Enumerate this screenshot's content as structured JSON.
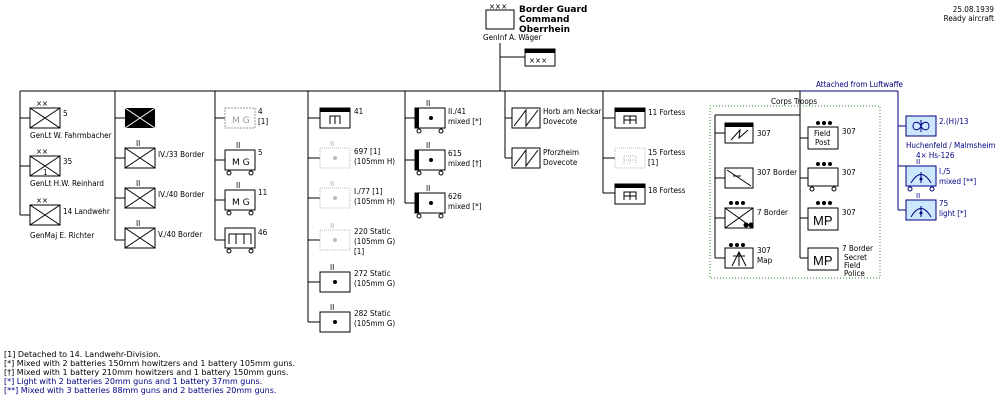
{
  "colors": {
    "line": "#000000",
    "luftwaffe": "#000080",
    "luftwaffe_fill": "#cce8ff",
    "corps_border": "#3a8a3a",
    "corps_label": "#2e7d2e",
    "static_gray": "#bdbdbd"
  },
  "header": {
    "date": "25.08.1939",
    "status": "Ready aircraft",
    "hq_title": [
      "Border Guard",
      "Command",
      "Oberrhein"
    ],
    "hq_commander": "GenInf  A. Wäger"
  },
  "columns": {
    "c1": [
      {
        "name": "5",
        "commander": "GenLt  W. Fahrmbacher"
      },
      {
        "name": "35",
        "commander": "GenLt  H.W. Reinhard"
      },
      {
        "name": "14 Landwehr",
        "commander": "GenMaj  E. Richter"
      }
    ],
    "c2": [
      "",
      "IV./33 Border",
      "IV./40 Border",
      "V./40 Border"
    ],
    "c3": [
      "4",
      "[1]",
      "5",
      "11",
      "46"
    ],
    "c4": [
      {
        "l1": "41",
        "l2": ""
      },
      {
        "l1": "697 [1]",
        "l2": "(105mm H)"
      },
      {
        "l1": "I./77 [1]",
        "l2": "(105mm H)"
      },
      {
        "l1": "220 Static",
        "l2": "(105mm G)",
        "l3": "[1]"
      },
      {
        "l1": "272 Static",
        "l2": "(105mm G)"
      },
      {
        "l1": "282 Static",
        "l2": "(105mm G)"
      }
    ],
    "c5": [
      {
        "l1": "II./41",
        "l2": "mixed [*]"
      },
      {
        "l1": "615",
        "l2": "mixed [†]"
      },
      {
        "l1": "626",
        "l2": "mixed [*]"
      }
    ],
    "c6": [
      {
        "l1": "Horb am Neckar",
        "l2": "Dovecote"
      },
      {
        "l1": "Pforzheim",
        "l2": "Dovecote"
      }
    ],
    "c7": [
      {
        "l1": "11 Fortess",
        "l2": ""
      },
      {
        "l1": "15 Fortess",
        "l2": "[1]"
      },
      {
        "l1": "18 Fortess",
        "l2": ""
      }
    ]
  },
  "corps": {
    "label": "Corps Troops",
    "left": [
      {
        "l1": "307",
        "l2": ""
      },
      {
        "l1": "307 Border",
        "l2": ""
      },
      {
        "l1": "7 Border",
        "l2": ""
      },
      {
        "l1": "307",
        "l2": "Map"
      }
    ],
    "right": [
      {
        "sym": [
          "Field",
          "Post"
        ],
        "l1": "307"
      },
      {
        "sym": [],
        "l1": "307"
      },
      {
        "sym": [
          "MP"
        ],
        "l1": "307"
      },
      {
        "sym": [
          "MP"
        ],
        "l1": "7 Border",
        "l2": "Secret",
        "l3": "Field",
        "l4": "Police"
      }
    ]
  },
  "luftwaffe": {
    "label": "Attached from Luftwaffe",
    "recon": {
      "l1": "2.(H)/13",
      "l2": "Huchenfeld / Malmsheim",
      "l3": "4× Hs-126"
    },
    "flak1": {
      "l1": "I./5",
      "l2": "mixed [**]"
    },
    "flak2": {
      "l1": "75",
      "l2": "light [*]"
    }
  },
  "footnotes": [
    {
      "text": "[1] Detached to 14. Landwehr-Division.",
      "color": "#000000"
    },
    {
      "text": "[*] Mixed with 2 batteries 150mm howitzers and 1 battery 105mm guns.",
      "color": "#000000"
    },
    {
      "text": "[†] Mixed with 1 battery 210mm howitzers and 1 battery 150mm guns.",
      "color": "#000000"
    },
    {
      "text": "[*] Light with 2 batteries 20mm guns and 1 battery 37mm guns.",
      "color": "#000080"
    },
    {
      "text": "[**] Mixed with 3 batteries 88mm guns and 2 batteries 20mm guns.",
      "color": "#000080"
    }
  ]
}
